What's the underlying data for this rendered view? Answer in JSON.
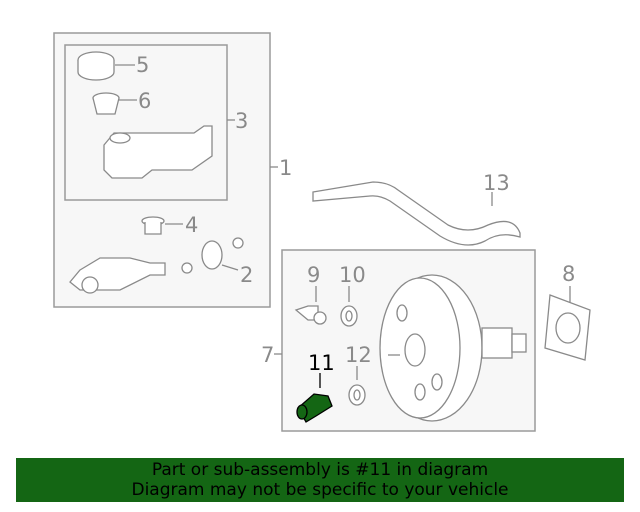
{
  "diagram": {
    "labels": {
      "p1": "1",
      "p2": "2",
      "p3": "3",
      "p4": "4",
      "p5": "5",
      "p6": "6",
      "p7": "7",
      "p8": "8",
      "p9": "9",
      "p10": "10",
      "p11": "11",
      "p12": "12",
      "p13": "13"
    },
    "highlighted_part": "11",
    "highlight_color": "#146614",
    "line_color": "#8a8a8a"
  },
  "banner": {
    "line1": "Part or sub-assembly is #11 in diagram",
    "line2": "Diagram may not be specific to your vehicle",
    "background": "#146614"
  }
}
